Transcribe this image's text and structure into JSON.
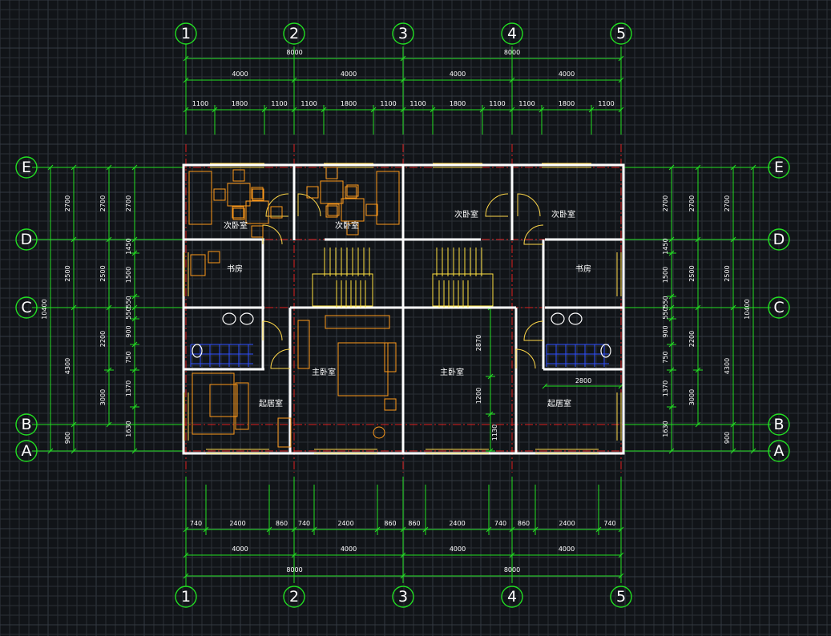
{
  "axes": {
    "columns": [
      "1",
      "2",
      "3",
      "4",
      "5"
    ],
    "rows": [
      "E",
      "D",
      "C",
      "B",
      "A"
    ]
  },
  "dimensions": {
    "top_total": [
      "8000",
      "8000"
    ],
    "top_bays": [
      "4000",
      "4000",
      "4000",
      "4000"
    ],
    "top_detail": [
      "1100",
      "1800",
      "1100",
      "1100",
      "1800",
      "1100",
      "1100",
      "1800",
      "1100",
      "1100",
      "1800",
      "1100"
    ],
    "bottom_detail": [
      "740",
      "2400",
      "860",
      "740",
      "2400",
      "860",
      "860",
      "2400",
      "740",
      "860",
      "2400",
      "740"
    ],
    "bottom_bays": [
      "4000",
      "4000",
      "4000",
      "4000"
    ],
    "bottom_total": [
      "8000",
      "8000"
    ],
    "left_outer": "10400",
    "left_mid": [
      "2700",
      "2500",
      "4300",
      "900"
    ],
    "left_inner": [
      "2700",
      "2500",
      "2200",
      "3000"
    ],
    "left_detail": [
      "2700",
      "1450",
      "1500",
      "550",
      "550",
      "900",
      "750",
      "1370",
      "1630"
    ],
    "right_outer": "10400",
    "right_mid": [
      "2700",
      "2500",
      "4300",
      "900"
    ],
    "right_inner": [
      "2700",
      "2500",
      "2200",
      "3000"
    ],
    "right_detail": [
      "2700",
      "1450",
      "1500",
      "550",
      "550",
      "900",
      "750",
      "1370",
      "1630"
    ],
    "interior": [
      "2870",
      "1200",
      "1130",
      "2800"
    ]
  },
  "rooms": {
    "bedroom2_a": "次卧室",
    "bedroom2_b": "次卧室",
    "bedroom2_c": "次卧室",
    "bedroom2_d": "次卧室",
    "study_left": "书房",
    "study_right": "书房",
    "master_left": "主卧室",
    "master_right": "主卧室",
    "living_left": "起居室",
    "living_right": "起居室"
  },
  "colors": {
    "background": "#111418",
    "dimension": "#22e022",
    "axis": "#e02020",
    "wall": "#ffffff",
    "furniture": "#ff9a1a",
    "window": "#ffd84a",
    "tile": "#3050ff"
  }
}
